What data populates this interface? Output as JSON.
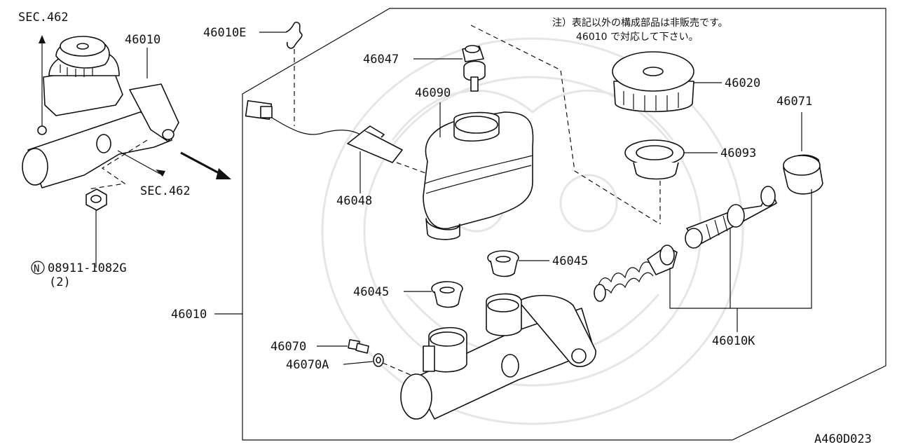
{
  "diagram": {
    "diagram_id": "A460D023",
    "note_line1": "注）表記以外の構成部品は非販売です。",
    "note_line2": "46010 で対応して下さい。",
    "sec_ref_top": "SEC.462",
    "sec_ref_bottom": "SEC.462",
    "nut_symbol": "N",
    "nut_part": "08911-1082G",
    "nut_qty": "(2)",
    "labels": {
      "p46010_left": "46010",
      "p46010E": "46010E",
      "p46047": "46047",
      "p46090": "46090",
      "p46048": "46048",
      "p46020": "46020",
      "p46071": "46071",
      "p46093": "46093",
      "p46045_right": "46045",
      "p46045_left": "46045",
      "p46010_frame": "46010",
      "p46070": "46070",
      "p46070A": "46070A",
      "p46010K": "46010K"
    }
  }
}
